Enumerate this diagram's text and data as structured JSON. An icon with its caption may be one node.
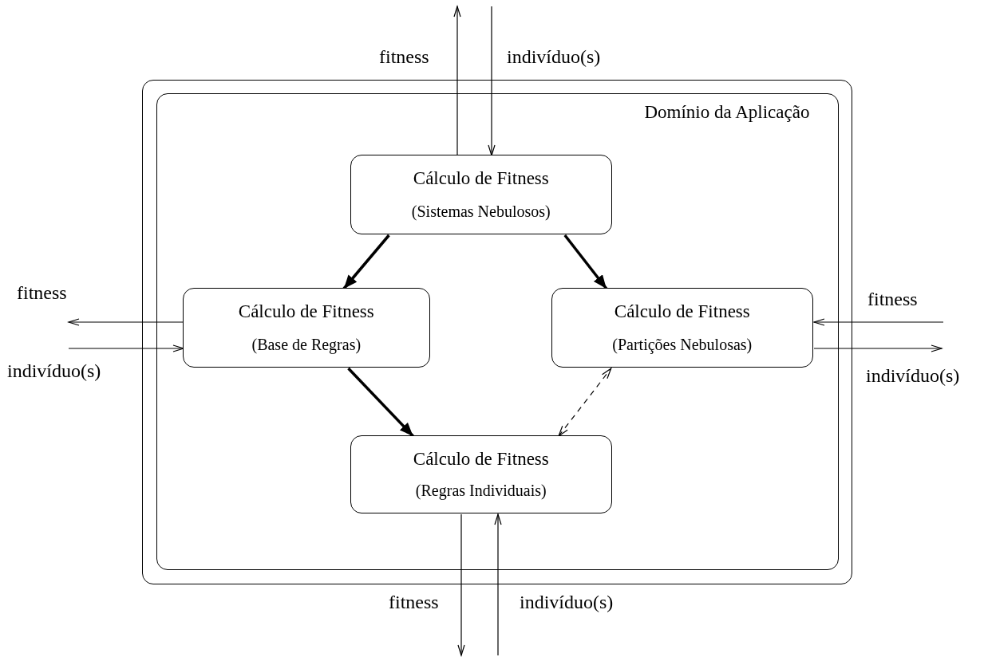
{
  "diagram": {
    "nodes": [
      {
        "text": [],
        "shape": "box"
      },
      {
        "text": [
          "Domínio da Aplicação"
        ],
        "in": 0
      },
      {
        "text": [
          "Cálculo de Fitness",
          "(Sistemas Nebulosos)"
        ],
        "in": 1
      },
      {
        "text": [
          "Cálculo de Fitness",
          "(Base de Regras)"
        ],
        "in": 1
      },
      {
        "text": [
          "Cálculo de Fitness",
          "(Partições Nebulosas)"
        ],
        "in": 1
      },
      {
        "text": [
          "Cálculo de Fitness",
          "(Regras Individuais)"
        ],
        "in": 1
      }
    ],
    "edges": [
      {
        "from": 2,
        "to": 3,
        "arrow": "to",
        "style": "thick"
      },
      {
        "from": 2,
        "to": 4,
        "arrow": "to",
        "style": "thick"
      },
      {
        "from": 3,
        "to": 5,
        "arrow": "to",
        "style": "thick"
      },
      {
        "from": 5,
        "to": 4,
        "arrow": "both",
        "style": "dashed"
      },
      {
        "from": 2,
        "to": null,
        "arrow": "to",
        "label": "fitness"
      },
      {
        "from": null,
        "to": 2,
        "arrow": "to",
        "label": "indivíduo(s)"
      },
      {
        "from": 3,
        "to": null,
        "arrow": "to",
        "label": "fitness"
      },
      {
        "from": null,
        "to": 3,
        "arrow": "to",
        "label": "indivíduo(s)"
      },
      {
        "from": null,
        "to": 4,
        "arrow": "to",
        "label": "fitness"
      },
      {
        "from": 4,
        "to": null,
        "arrow": "to",
        "label": "indivíduo(s)"
      },
      {
        "from": 5,
        "to": null,
        "arrow": "to",
        "label": "fitness"
      },
      {
        "from": null,
        "to": 5,
        "arrow": "to",
        "label": "indivíduo(s)"
      }
    ]
  }
}
